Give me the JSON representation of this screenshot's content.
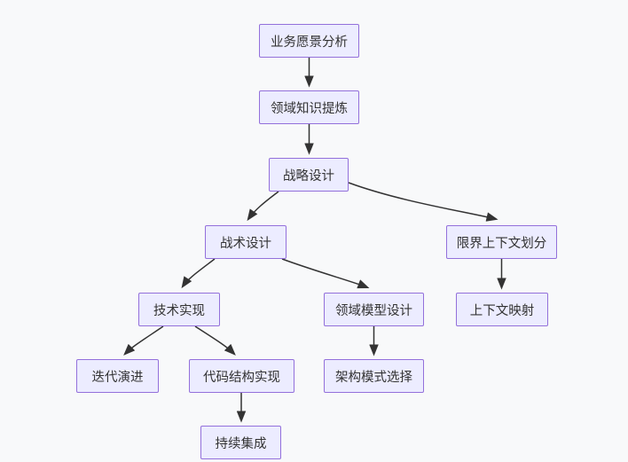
{
  "diagram": {
    "type": "flowchart",
    "direction": "top-down",
    "colors": {
      "background": "#f8f9fa",
      "node_fill": "#ececff",
      "node_border": "#9370db",
      "edge": "#333333",
      "text": "#333333"
    },
    "nodes": [
      {
        "id": "business-vision-analysis",
        "label": "业务愿景分析"
      },
      {
        "id": "domain-knowledge-extraction",
        "label": "领域知识提炼"
      },
      {
        "id": "strategic-design",
        "label": "战略设计"
      },
      {
        "id": "tactical-design",
        "label": "战术设计"
      },
      {
        "id": "bounded-context-division",
        "label": "限界上下文划分"
      },
      {
        "id": "technical-implementation",
        "label": "技术实现"
      },
      {
        "id": "domain-model-design",
        "label": "领域模型设计"
      },
      {
        "id": "context-mapping",
        "label": "上下文映射"
      },
      {
        "id": "iterative-evolution",
        "label": "迭代演进"
      },
      {
        "id": "code-structure-implementation",
        "label": "代码结构实现"
      },
      {
        "id": "architecture-pattern-selection",
        "label": "架构模式选择"
      },
      {
        "id": "continuous-integration",
        "label": "持续集成"
      }
    ],
    "edges": [
      {
        "from": "业务愿景分析",
        "to": "领域知识提炼"
      },
      {
        "from": "领域知识提炼",
        "to": "战略设计"
      },
      {
        "from": "战略设计",
        "to": "战术设计"
      },
      {
        "from": "战略设计",
        "to": "限界上下文划分"
      },
      {
        "from": "战术设计",
        "to": "技术实现"
      },
      {
        "from": "战术设计",
        "to": "领域模型设计"
      },
      {
        "from": "限界上下文划分",
        "to": "上下文映射"
      },
      {
        "from": "技术实现",
        "to": "迭代演进"
      },
      {
        "from": "技术实现",
        "to": "代码结构实现"
      },
      {
        "from": "领域模型设计",
        "to": "架构模式选择"
      },
      {
        "from": "代码结构实现",
        "to": "持续集成"
      }
    ]
  }
}
